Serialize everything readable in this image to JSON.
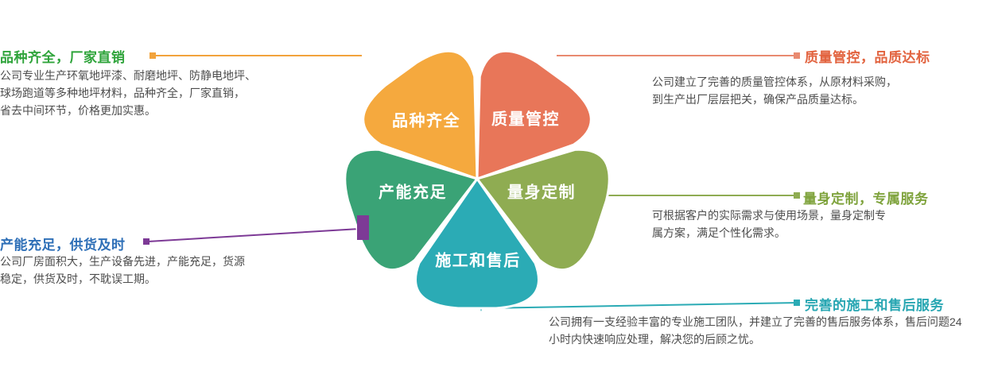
{
  "diagram": {
    "petals": [
      {
        "id": "variety",
        "label": "品种齐全",
        "color": "#F5A93E"
      },
      {
        "id": "quality",
        "label": "质量管控",
        "color": "#E87659"
      },
      {
        "id": "custom",
        "label": "量身定制",
        "color": "#8FAC52"
      },
      {
        "id": "aftersale",
        "label": "施工和售后",
        "color": "#2BABB5"
      },
      {
        "id": "capacity",
        "label": "产能充足",
        "color": "#3AA376"
      }
    ],
    "connectors": {
      "variety": "#F2A33C",
      "quality": "#E98A70",
      "custom": "#8FAC52",
      "aftersale": "#2BABB5",
      "capacity": "#7D3A96"
    }
  },
  "callouts": {
    "variety": {
      "title": "品种齐全，厂家直销",
      "title_color": "#2FA43B",
      "body": "公司专业生产环氧地坪漆、耐磨地坪、防静电地坪、\n球场跑道等多种地坪材料，品种齐全，厂家直销，\n省去中间环节，价格更加实惠。"
    },
    "quality": {
      "title": "质量管控，品质达标",
      "title_color": "#E2633F",
      "body": "公司建立了完善的质量管控体系，从原材料采购，\n到生产出厂层层把关，确保产品质量达标。"
    },
    "custom": {
      "title": "量身定制，专属服务",
      "title_color": "#7FA33D",
      "body": "可根据客户的实际需求与使用场景，量身定制专\n属方案，满足个性化需求。"
    },
    "capacity": {
      "title": "产能充足，供货及时",
      "title_color": "#2E6FB7",
      "body": "公司厂房面积大，生产设备先进，产能充足，货源\n稳定，供货及时，不耽误工期。"
    },
    "aftersale": {
      "title": "完善的施工和售后服务",
      "title_color": "#27A6B2",
      "body": "公司拥有一支经验丰富的专业施工团队，并建立了完善的售后服务体系，售后问题24\n小时内快速响应处理，解决您的后顾之忧。"
    }
  }
}
